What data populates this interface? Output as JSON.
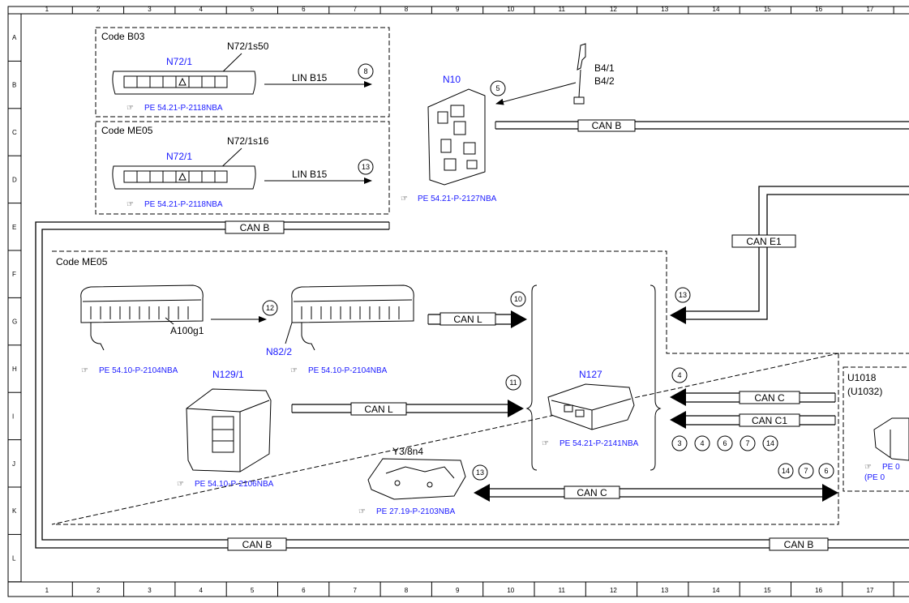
{
  "frame": {
    "columns": [
      "1",
      "2",
      "3",
      "4",
      "5",
      "6",
      "7",
      "8",
      "9",
      "10",
      "11",
      "12",
      "13",
      "14",
      "15",
      "16",
      "17"
    ],
    "rows": [
      "A",
      "B",
      "C",
      "D",
      "E",
      "F",
      "G",
      "H",
      "I",
      "J",
      "K",
      "L"
    ]
  },
  "groups": {
    "code_b03": "Code B03",
    "code_me05_top": "Code ME05",
    "code_me05_main": "Code ME05",
    "u1018": "U1018",
    "u1032": "(U1032)"
  },
  "components": {
    "n72_1_a": "N72/1",
    "n72_1_b": "N72/1",
    "n72_1s50": "N72/1s50",
    "n72_1s16": "N72/1s16",
    "n10": "N10",
    "b4_1": "B4/1",
    "b4_2": "B4/2",
    "a100g1": "A100g1",
    "n82_2": "N82/2",
    "n129_1": "N129/1",
    "n127": "N127",
    "y3_8n4": "Y3/8n4"
  },
  "references": {
    "b03": "PE 54.21-P-2118NBA",
    "me05": "PE 54.21-P-2118NBA",
    "n10": "PE 54.21-P-2127NBA",
    "a100g1": "PE 54.10-P-2104NBA",
    "n82_2": "PE 54.10-P-2104NBA",
    "n129_1": "PE 54.10-P-2106NBA",
    "y3_8n4": "PE 27.19-P-2103NBA",
    "n127": "PE 54.21-P-2141NBA",
    "u1018_a": "PE 0",
    "u1018_b": "(PE 0"
  },
  "buses": {
    "lin_b15_a": "LIN B15",
    "lin_b15_b": "LIN B15",
    "can_b_top": "CAN B",
    "can_b_left": "CAN B",
    "can_b_bottom_l": "CAN B",
    "can_b_bottom_r": "CAN B",
    "can_e1": "CAN E1",
    "can_l_1": "CAN L",
    "can_l_2": "CAN L",
    "can_c_right": "CAN C",
    "can_c1": "CAN C1",
    "can_c_bottom": "CAN C"
  },
  "markers": {
    "m8": "8",
    "m13a": "13",
    "m5": "5",
    "m12": "12",
    "m10": "10",
    "m11": "11",
    "m13b": "13",
    "m4": "4",
    "m13c": "13",
    "n3": "3",
    "n4": "4",
    "n6": "6",
    "n7": "7",
    "n14": "14",
    "r14": "14",
    "r7": "7",
    "r6": "6"
  }
}
